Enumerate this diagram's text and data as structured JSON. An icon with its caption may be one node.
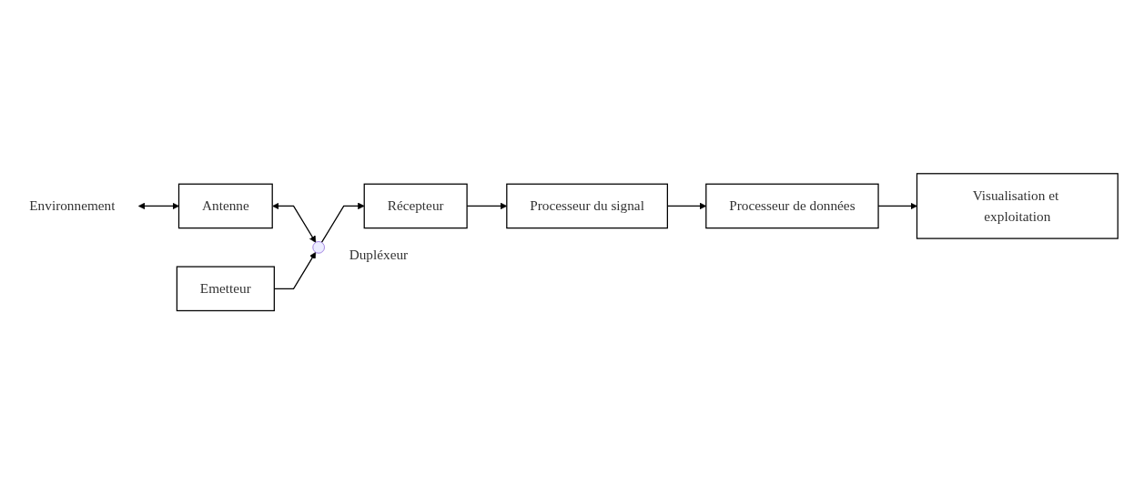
{
  "diagram": {
    "nodes": [
      {
        "text": [
          "Emetteur"
        ]
      },
      {
        "text": [
          "Environnement"
        ]
      },
      {
        "text": [
          "Antenne"
        ]
      },
      {
        "text": [],
        "shape": "circle",
        "beside": [
          "Dupléxeur"
        ]
      },
      {
        "text": [
          "Récepteur"
        ]
      },
      {
        "text": [
          "Processeur du signal"
        ]
      },
      {
        "text": [
          "Processeur de données"
        ]
      },
      {
        "text": [
          "Visualisation et exploitation"
        ]
      }
    ],
    "edges": [
      {
        "from": 1,
        "to": 2,
        "arrow": "both"
      },
      {
        "from": 2,
        "to": 3,
        "arrow": "both"
      },
      {
        "from": 0,
        "to": 3,
        "arrow": "to"
      },
      {
        "from": 3,
        "to": 4,
        "arrow": "to"
      },
      {
        "from": 4,
        "to": 5,
        "arrow": "to"
      },
      {
        "from": 5,
        "to": 6,
        "arrow": "to"
      },
      {
        "from": 6,
        "to": 7,
        "arrow": "to"
      }
    ]
  }
}
